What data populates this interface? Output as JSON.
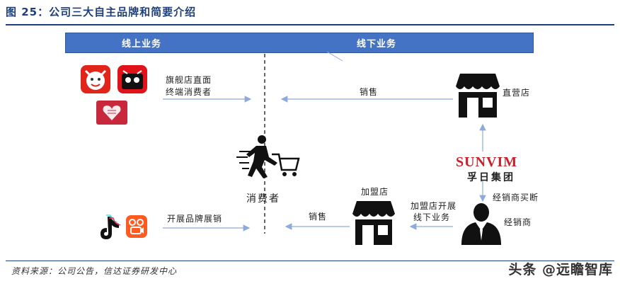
{
  "figure": {
    "title": "图 25：公司三大自主品牌和简要介绍",
    "source": "资料来源：公司公告，信达证券研发中心",
    "watermark": "头条 @远瞻智库"
  },
  "bands": {
    "online": "线上业务",
    "offline": "线下业务"
  },
  "labels": {
    "flagship": "旗舰店直面",
    "flagship2": "终端消费者",
    "sales_top": "销售",
    "direct_store": "直营店",
    "consumer": "消费者",
    "brand_en": "SUNVIM",
    "brand_cn": "孚日集团",
    "dealer_buyout": "经销商买断",
    "dealer": "经销商",
    "franchise": "加盟店",
    "franchise_dev": "加盟店开展",
    "franchise_dev2": "线下业务",
    "sales_bottom": "销售",
    "brand_promo": "开展品牌展销"
  },
  "colors": {
    "band": "#4472c4",
    "arrow": "#8eaadb",
    "title": "#1f3f7a",
    "brand_red": "#c9202a"
  },
  "icons": [
    "jd-icon",
    "tmall-icon",
    "vip-icon",
    "tiktok-icon",
    "kuaishou-icon",
    "store-icon",
    "shopper-icon",
    "businessman-icon"
  ]
}
